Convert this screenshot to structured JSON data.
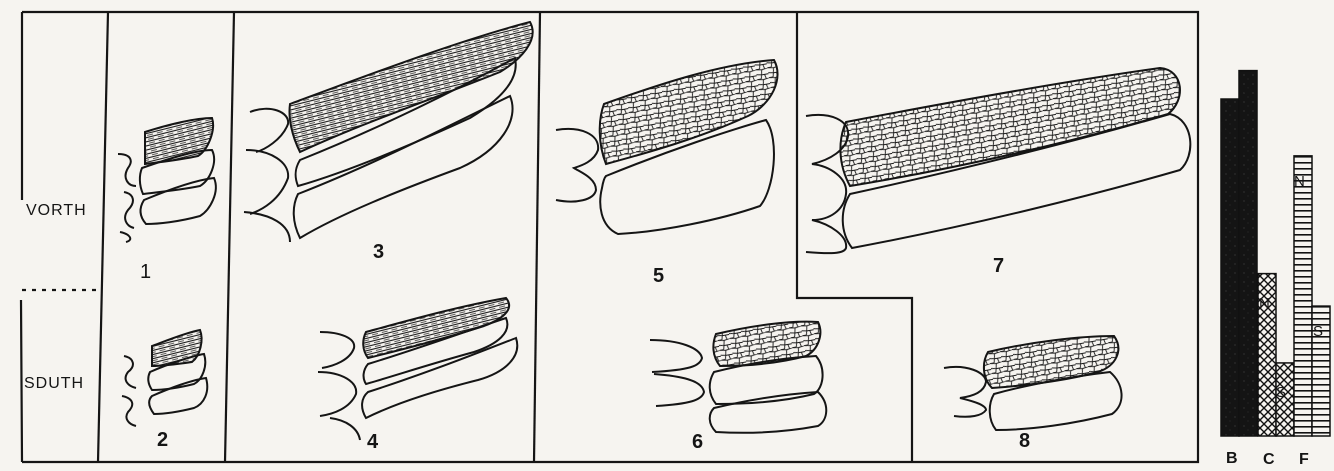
{
  "rows": {
    "north": "VORTH",
    "south": "SDUTH"
  },
  "stages": [
    "1",
    "2",
    "3",
    "4",
    "5",
    "6",
    "7",
    "8"
  ],
  "bar_chart": {
    "type": "bar",
    "categories": [
      "B",
      "C",
      "F"
    ],
    "series": [
      {
        "name": "N",
        "values": [
          83,
          40,
          69
        ]
      },
      {
        "name": "S",
        "values": [
          90,
          18,
          32
        ]
      }
    ],
    "ylim": [
      0,
      100
    ],
    "fills": {
      "B": "solid-black",
      "C": "cross-hatch",
      "F": "horizontal-lines"
    }
  },
  "colors": {
    "ink": "#151515",
    "paper": "#f6f4f0"
  }
}
